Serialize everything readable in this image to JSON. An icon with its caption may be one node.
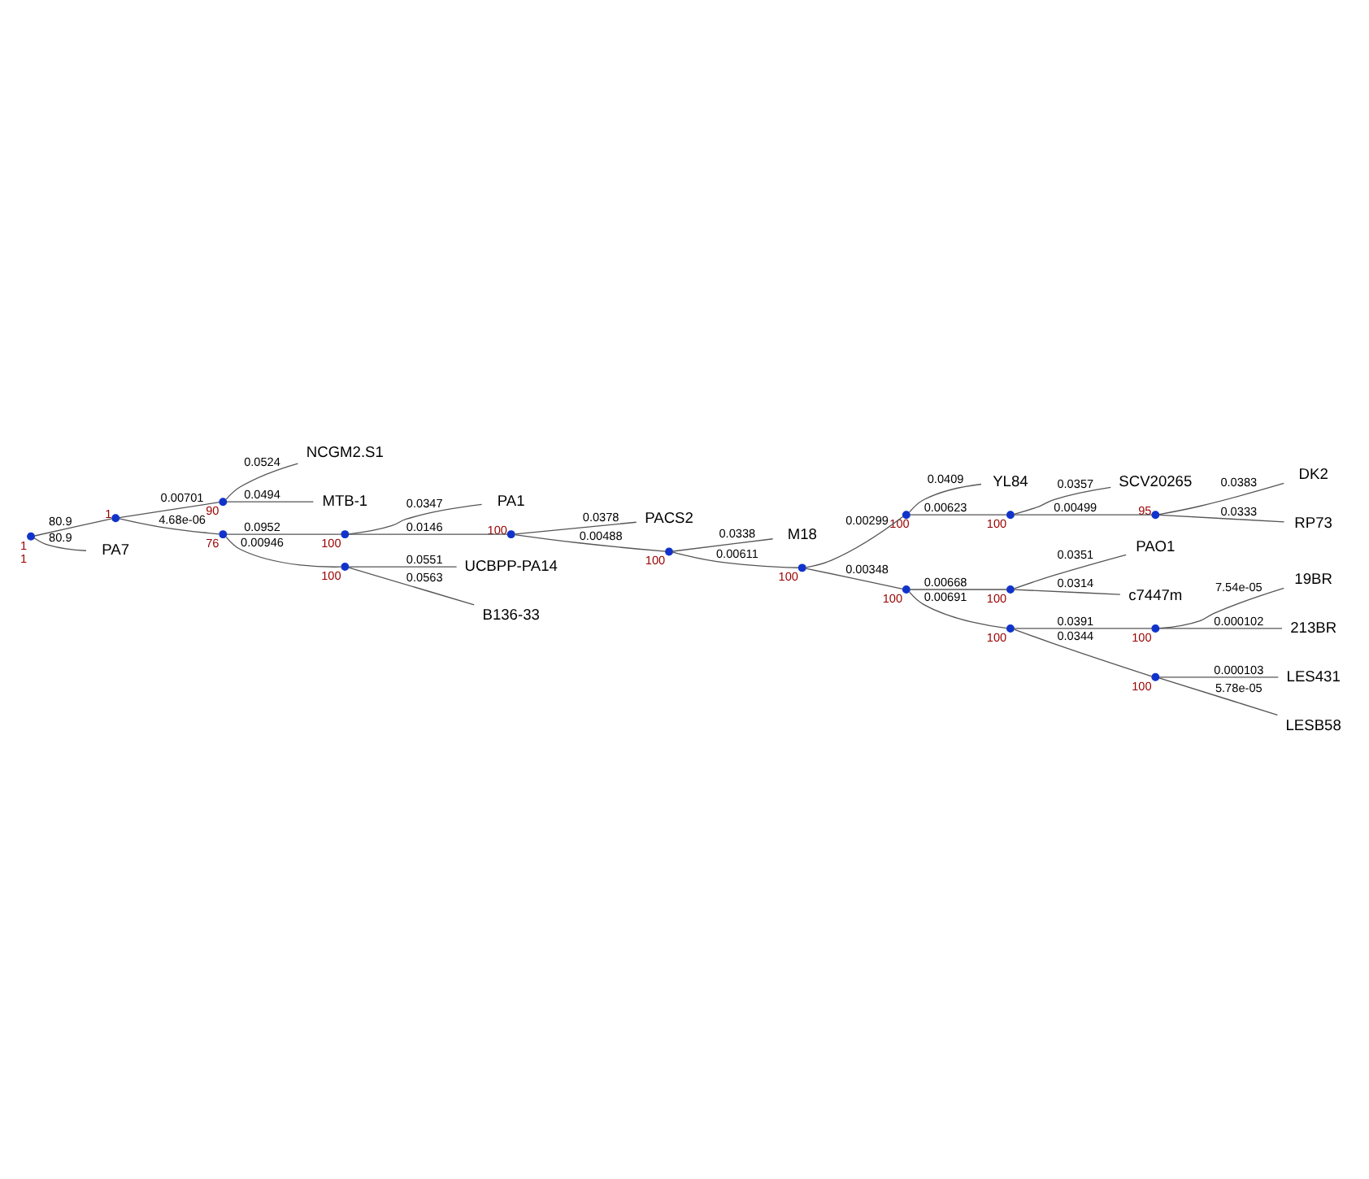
{
  "diagram": {
    "nodes": [
      {
        "text": [],
        "shape": "circle",
        "beside": [
          "1",
          "1"
        ]
      },
      {
        "text": [],
        "shape": "circle",
        "beside": [
          "1"
        ]
      },
      {
        "text": [],
        "shape": "circle",
        "beside": [
          "90"
        ]
      },
      {
        "text": [
          "NCGM2.S1"
        ]
      },
      {
        "text": [
          "MTB-1"
        ]
      },
      {
        "text": [],
        "shape": "circle",
        "beside": [
          "76"
        ]
      },
      {
        "text": [],
        "shape": "circle",
        "beside": [
          "100"
        ]
      },
      {
        "text": [
          "PA1"
        ]
      },
      {
        "text": [],
        "shape": "circle",
        "beside": [
          "100"
        ]
      },
      {
        "text": [
          "PACS2"
        ]
      },
      {
        "text": [],
        "shape": "circle",
        "beside": [
          "100"
        ]
      },
      {
        "text": [
          "M18"
        ]
      },
      {
        "text": [],
        "shape": "circle",
        "beside": [
          "100"
        ]
      },
      {
        "text": [],
        "shape": "circle",
        "beside": [
          "100"
        ]
      },
      {
        "text": [
          "YL84"
        ]
      },
      {
        "text": [],
        "shape": "circle",
        "beside": [
          "100"
        ]
      },
      {
        "text": [
          "SCV20265"
        ]
      },
      {
        "text": [],
        "shape": "circle",
        "beside": [
          "95"
        ]
      },
      {
        "text": [
          "DK2"
        ]
      },
      {
        "text": [
          "RP73"
        ]
      },
      {
        "text": [],
        "shape": "circle",
        "beside": [
          "100"
        ]
      },
      {
        "text": [],
        "shape": "circle",
        "beside": [
          "100"
        ]
      },
      {
        "text": [
          "PAO1"
        ]
      },
      {
        "text": [
          "c7447m"
        ]
      },
      {
        "text": [],
        "shape": "circle",
        "beside": [
          "100"
        ]
      },
      {
        "text": [],
        "shape": "circle",
        "beside": [
          "100"
        ]
      },
      {
        "text": [
          "19BR"
        ]
      },
      {
        "text": [
          "213BR"
        ]
      },
      {
        "text": [],
        "shape": "circle",
        "beside": [
          "100"
        ]
      },
      {
        "text": [
          "LES431"
        ]
      },
      {
        "text": [
          "LESB58"
        ]
      },
      {
        "text": [],
        "shape": "circle",
        "beside": [
          "100"
        ]
      },
      {
        "text": [
          "UCBPP-PA14"
        ]
      },
      {
        "text": [
          "B136-33"
        ]
      },
      {
        "text": [
          "PA7"
        ]
      }
    ],
    "edges": [
      {
        "from": 0,
        "to": 1,
        "arrow": "none",
        "label": "80.9"
      },
      {
        "from": 1,
        "to": 2,
        "arrow": "none",
        "label": "0.00701"
      },
      {
        "from": 2,
        "to": 3,
        "arrow": "none",
        "label": "0.0524"
      },
      {
        "from": 2,
        "to": 4,
        "arrow": "none",
        "label": "0.0494"
      },
      {
        "from": 1,
        "to": 5,
        "arrow": "none",
        "label": "4.68e-06"
      },
      {
        "from": 5,
        "to": 6,
        "arrow": "none",
        "label": "0.0952"
      },
      {
        "from": 6,
        "to": 7,
        "arrow": "none",
        "label": "0.0347"
      },
      {
        "from": 6,
        "to": 8,
        "arrow": "none",
        "label": "0.0146"
      },
      {
        "from": 8,
        "to": 9,
        "arrow": "none",
        "label": "0.0378"
      },
      {
        "from": 8,
        "to": 10,
        "arrow": "none",
        "label": "0.00488"
      },
      {
        "from": 10,
        "to": 11,
        "arrow": "none",
        "label": "0.0338"
      },
      {
        "from": 10,
        "to": 12,
        "arrow": "none",
        "label": "0.00611"
      },
      {
        "from": 12,
        "to": 13,
        "arrow": "none",
        "label": "0.00299"
      },
      {
        "from": 13,
        "to": 14,
        "arrow": "none",
        "label": "0.0409"
      },
      {
        "from": 13,
        "to": 15,
        "arrow": "none",
        "label": "0.00623"
      },
      {
        "from": 15,
        "to": 16,
        "arrow": "none",
        "label": "0.0357"
      },
      {
        "from": 15,
        "to": 17,
        "arrow": "none",
        "label": "0.00499"
      },
      {
        "from": 17,
        "to": 18,
        "arrow": "none",
        "label": "0.0383"
      },
      {
        "from": 17,
        "to": 19,
        "arrow": "none",
        "label": "0.0333"
      },
      {
        "from": 12,
        "to": 20,
        "arrow": "none",
        "label": "0.00348"
      },
      {
        "from": 20,
        "to": 21,
        "arrow": "none",
        "label": "0.00668"
      },
      {
        "from": 21,
        "to": 22,
        "arrow": "none",
        "label": "0.0351"
      },
      {
        "from": 21,
        "to": 23,
        "arrow": "none",
        "label": "0.0314"
      },
      {
        "from": 20,
        "to": 24,
        "arrow": "none",
        "label": "0.00691"
      },
      {
        "from": 24,
        "to": 25,
        "arrow": "none",
        "label": "0.0391"
      },
      {
        "from": 25,
        "to": 26,
        "arrow": "none",
        "label": "7.54e-05"
      },
      {
        "from": 25,
        "to": 27,
        "arrow": "none",
        "label": "0.000102"
      },
      {
        "from": 24,
        "to": 28,
        "arrow": "none",
        "label": "0.0344"
      },
      {
        "from": 28,
        "to": 29,
        "arrow": "none",
        "label": "0.000103"
      },
      {
        "from": 28,
        "to": 30,
        "arrow": "none",
        "label": "5.78e-05"
      },
      {
        "from": 5,
        "to": 31,
        "arrow": "none",
        "label": "0.00946"
      },
      {
        "from": 31,
        "to": 32,
        "arrow": "none",
        "label": "0.0551"
      },
      {
        "from": 31,
        "to": 33,
        "arrow": "none",
        "label": "0.0563"
      },
      {
        "from": 0,
        "to": 34,
        "arrow": "none",
        "label": "80.9"
      }
    ]
  }
}
